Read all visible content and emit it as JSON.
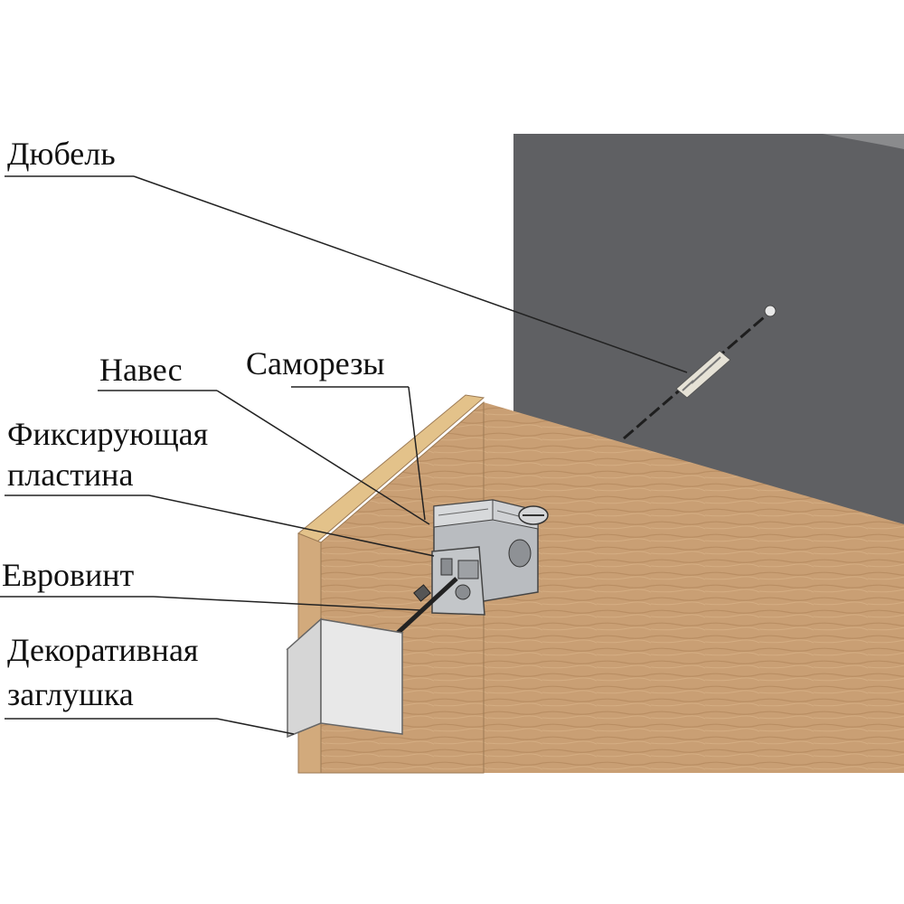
{
  "labels": {
    "dowel": "Дюбель",
    "screws": "Саморезы",
    "hanger": "Навес",
    "fixing_plate_line1": "Фиксирующая",
    "fixing_plate_line2": "пластина",
    "euroscrew": "Евровинт",
    "decor_cap_line1": "Декоративная",
    "decor_cap_line2": "заглушка"
  },
  "colors": {
    "wall": "#5f6063",
    "wood_front": "#c69c70",
    "wood_side": "#c99f74",
    "wood_top": "#e3c28a",
    "metal": "#b9bcc0",
    "cap": "#e4e4e4",
    "leader": "#222222"
  }
}
